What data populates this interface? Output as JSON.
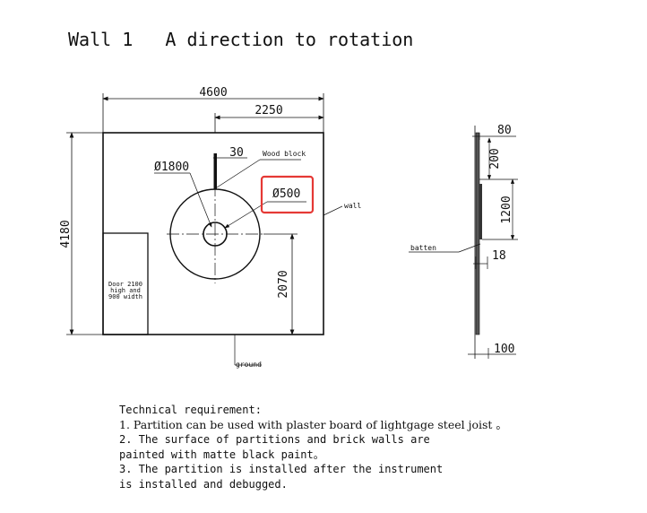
{
  "title": "Wall 1   A direction to rotation",
  "dimensions": {
    "total_width": "4600",
    "partial_width": "2250",
    "height": "4180",
    "wood_block_width": "30",
    "large_circle": "Ø1800",
    "small_circle": "Ø500",
    "center_height": "2070",
    "section_top": "80",
    "section_upper": "200",
    "section_mid": "1200",
    "section_gap": "18",
    "section_bottom": "100"
  },
  "labels": {
    "wood_block": "Wood block",
    "wall": "wall",
    "batten": "batten",
    "ground": "ground",
    "door_line1": "Door 2100",
    "door_line2": "high and",
    "door_line3": "900 width"
  },
  "highlight_color": "#e53935",
  "notes": {
    "heading": "Technical requirement:",
    "line1": "1. Partition can be used with plaster board of lightgage steel joist 。",
    "line2": "2. The surface of partitions and brick walls are",
    "line3": "painted with matte black paint。",
    "line4": "3. The partition is installed after the instrument",
    "line5": "is installed and debugged."
  }
}
